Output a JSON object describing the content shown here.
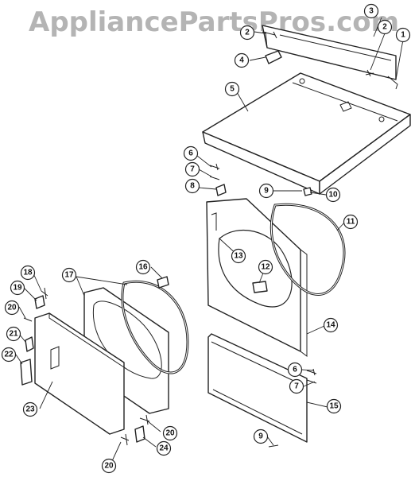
{
  "watermark": "AppliancePartsPros.com",
  "callout_labels": [
    "1",
    "2",
    "3",
    "4",
    "5",
    "6",
    "7",
    "8",
    "9",
    "10",
    "11",
    "12",
    "13",
    "14",
    "15",
    "16",
    "17",
    "18",
    "19",
    "20",
    "21",
    "22",
    "23",
    "24"
  ]
}
